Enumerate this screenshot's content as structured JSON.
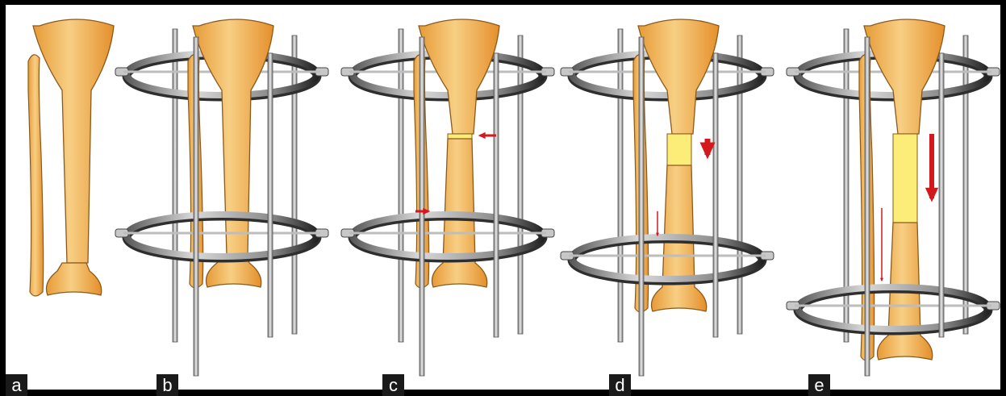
{
  "figure": {
    "panels": [
      {
        "id": "a",
        "label": "a",
        "frame": false,
        "fracture": false,
        "gap_fraction": 0
      },
      {
        "id": "b",
        "label": "b",
        "frame": true,
        "fracture": false,
        "gap_fraction": 0
      },
      {
        "id": "c",
        "label": "c",
        "frame": true,
        "fracture": true,
        "gap_fraction": 0.05
      },
      {
        "id": "d",
        "label": "d",
        "frame": true,
        "fracture": true,
        "gap_fraction": 0.35
      },
      {
        "id": "e",
        "label": "e",
        "frame": true,
        "fracture": true,
        "gap_fraction": 1.0
      }
    ],
    "colors": {
      "background": "#ffffff",
      "border": "#000000",
      "bone_fill": "#f2b257",
      "bone_light": "#f7cf84",
      "bone_outline": "#8a5a1c",
      "regenerate_fill": "#fcec78",
      "ring_metal": "#9a9a9a",
      "ring_dark": "#2e2e2e",
      "rod_metal": "#b8b8b8",
      "arrow": "#d4191c",
      "label_bg": "#1a1a1a",
      "label_text": "#ffffff"
    },
    "icons": [
      "bone-icon",
      "external-fixator-ring-icon",
      "threaded-rod-icon",
      "distraction-arrow-icon"
    ]
  }
}
